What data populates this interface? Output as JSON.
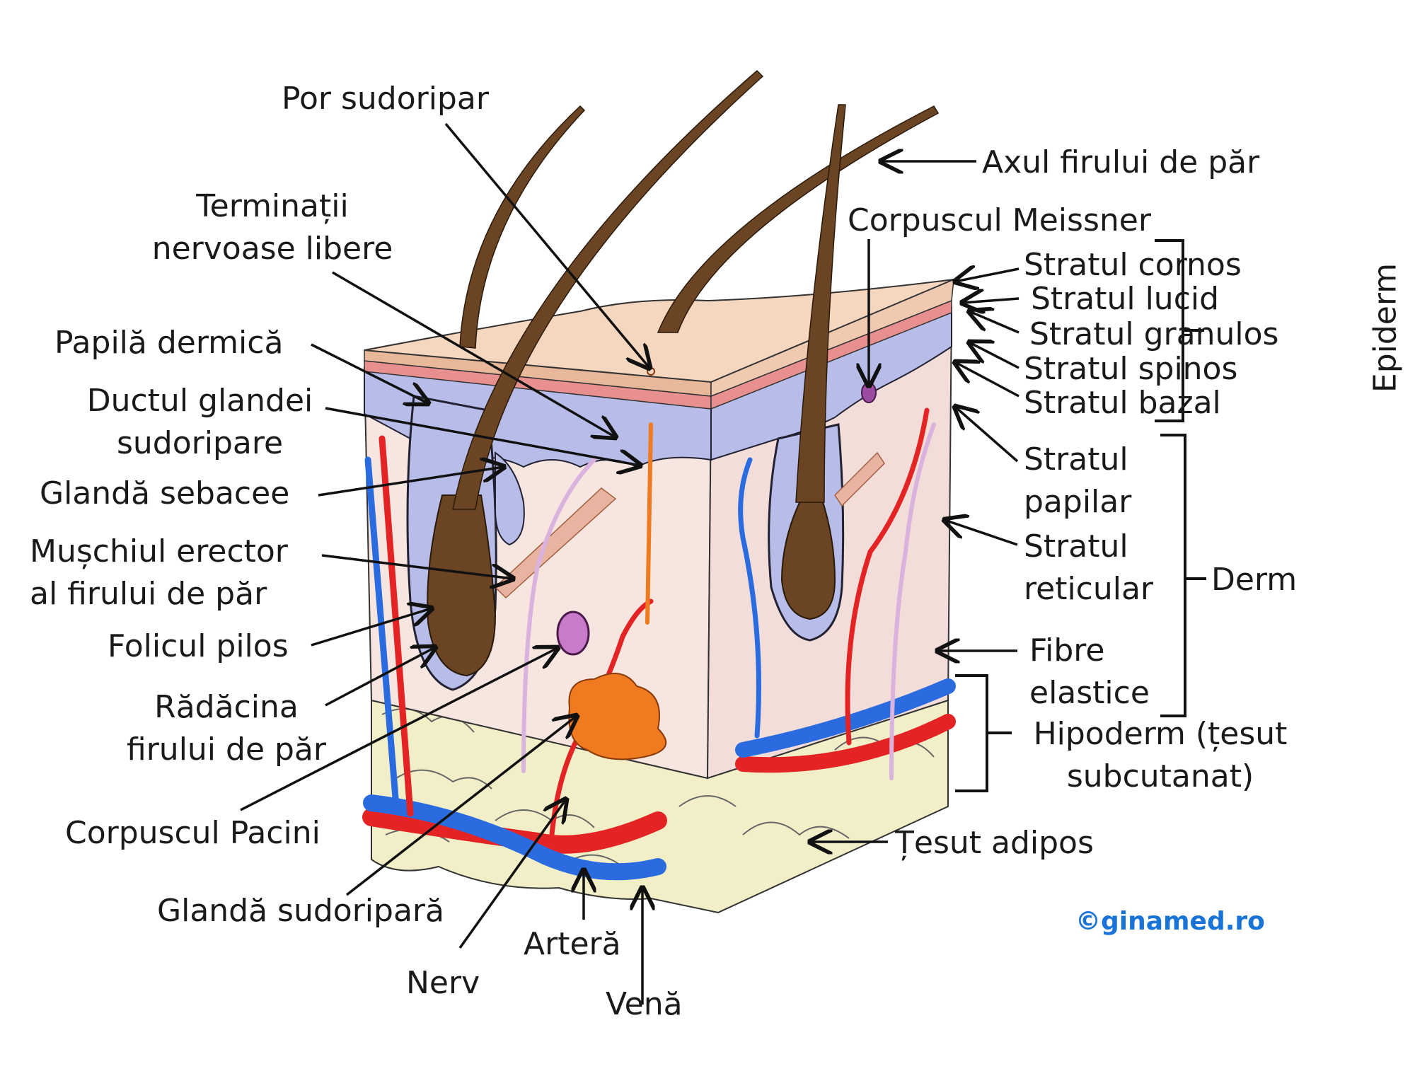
{
  "labels": {
    "por_sudoripar": "Por sudoripar",
    "axul_firului": "Axul firului de păr",
    "terminatii": [
      "Terminații",
      "nervoase libere"
    ],
    "corpuscul_meissner": "Corpuscul Meissner",
    "stratul_cornos": "Stratul cornos",
    "stratul_lucid": "Stratul lucid",
    "stratul_granulos": "Stratul granulos",
    "stratul_spinos": "Stratul spinos",
    "stratul_bazal": "Stratul bazal",
    "epiderm": "Epiderm",
    "papila_dermica": "Papilă dermică",
    "ductul_glandei": [
      "Ductul glandei",
      "sudoripare"
    ],
    "glanda_sebacee": "Glandă sebacee",
    "muschiul_erector": [
      "Mușchiul erector",
      "al firului de păr"
    ],
    "folicul_pilos": "Folicul pilos",
    "radacina_firului": [
      "Rădăcina",
      "firului de păr"
    ],
    "corpuscul_pacini": "Corpuscul Pacini",
    "glanda_sudoripara": "Glandă sudoripară",
    "nerv": "Nerv",
    "artera": "Arteră",
    "vena": "Venă",
    "stratul_papilar": [
      "Stratul",
      "papilar"
    ],
    "stratul_reticular": [
      "Stratul",
      "reticular"
    ],
    "derm": "Derm",
    "fibre_elastice": [
      "Fibre",
      "elastice"
    ],
    "hipoderm": [
      "Hipoderm (țesut",
      "subcutanat)"
    ],
    "tesut_adipos": "Țesut adipos"
  },
  "watermark": "©ginamed.ro",
  "colors": {
    "skin_surface": "#f5d6bf",
    "dermis": "#f7e6e0",
    "epidermis_basal": "#b7bde8",
    "stratum_line": "#e88f8f",
    "hair": "#6b4423",
    "artery": "#e42424",
    "vein": "#2a6be0",
    "nerve": "#f07a1f",
    "fat": "#f2efc8",
    "lymph": "#d9b3dd",
    "watermark": "#1a73d6"
  }
}
